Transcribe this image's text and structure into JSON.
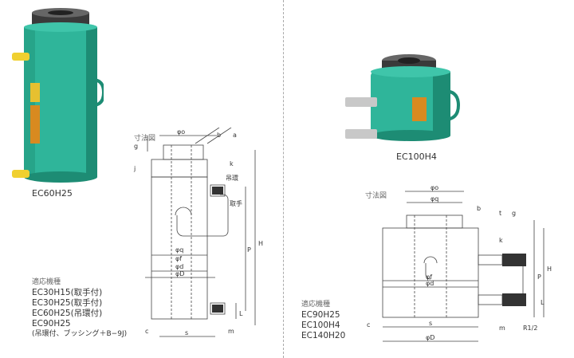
{
  "left": {
    "product_caption": "EC60H25",
    "drawing_header": "寸法図",
    "models_header": "適応機種",
    "models": [
      "EC30H15(取手付)",
      "EC30H25(取手付)",
      "EC60H25(吊環付)",
      "EC90H25",
      "(吊環付、ブッシング＋B−9J)"
    ],
    "labels": {
      "phi_o": "φo",
      "b": "b",
      "a": "a",
      "g": "g",
      "j": "j",
      "k": "k",
      "eyebolt": "吊環",
      "handle": "取手",
      "phi_q": "φq",
      "phi_f": "φf",
      "phi_d": "φd",
      "phi_D": "φD",
      "P": "P",
      "H": "H",
      "L": "L",
      "c": "c",
      "s": "s",
      "m": "m"
    }
  },
  "right": {
    "product_caption": "EC100H4",
    "drawing_header": "寸法図",
    "models_header": "適応機種",
    "models": [
      "EC90H25",
      "EC100H4",
      "EC140H20"
    ],
    "labels": {
      "phi_o": "φo",
      "phi_q": "φq",
      "b": "b",
      "t": "t",
      "g": "g",
      "k": "k",
      "phi_f": "φf",
      "phi_d": "φd",
      "phi_D": "φD",
      "P": "P",
      "H": "H",
      "L": "L",
      "c": "c",
      "s": "s",
      "m": "m",
      "R": "R1/2"
    }
  },
  "colors": {
    "cylinder_body": "#2fb59a",
    "cylinder_dark": "#1d8c74",
    "steel": "#555555",
    "coupler_yellow": "#f0d030",
    "divider": "#aaaaaa",
    "line": "#444444"
  }
}
